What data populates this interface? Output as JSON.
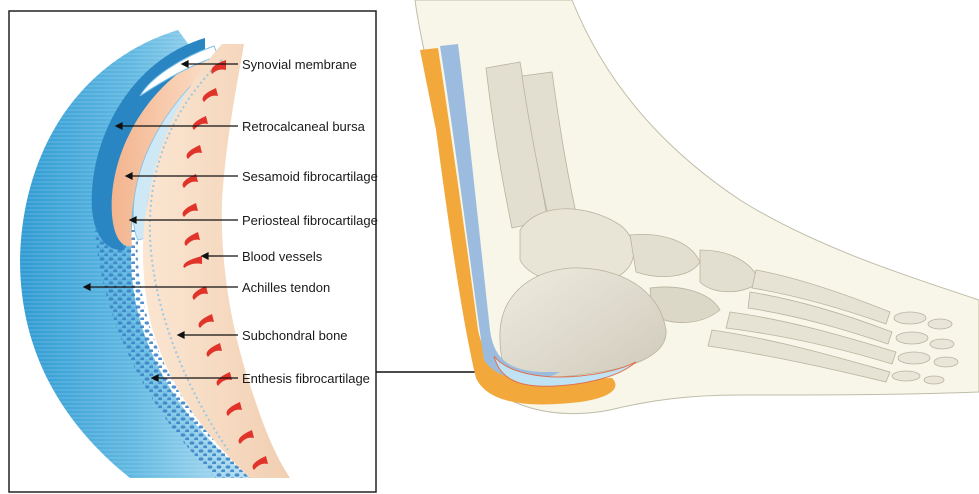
{
  "labels": {
    "synovial_membrane": "Synovial membrane",
    "retrocalcaneal_bursa": "Retrocalcaneal bursa",
    "sesamoid_fibrocartilage": "Sesamoid fibrocartilage",
    "periosteal_fibrocartilage": "Periosteal fibrocartilage",
    "blood_vessels": "Blood vessels",
    "achilles_tendon": "Achilles tendon",
    "subchondral_bone": "Subchondral bone",
    "enthesis_fibrocartilage": "Enthesis fibrocartilage"
  },
  "colors": {
    "tendon": "#3fa8d8",
    "tendon_light": "#9fd3ee",
    "bursa": "#f7c8a8",
    "bone": "#f5dcc6",
    "blood_vessel": "#e0332a",
    "foot_skin": "#f7f4e4",
    "foot_bone": "#e6e2d4",
    "heel_fat": "#f2a83a"
  }
}
